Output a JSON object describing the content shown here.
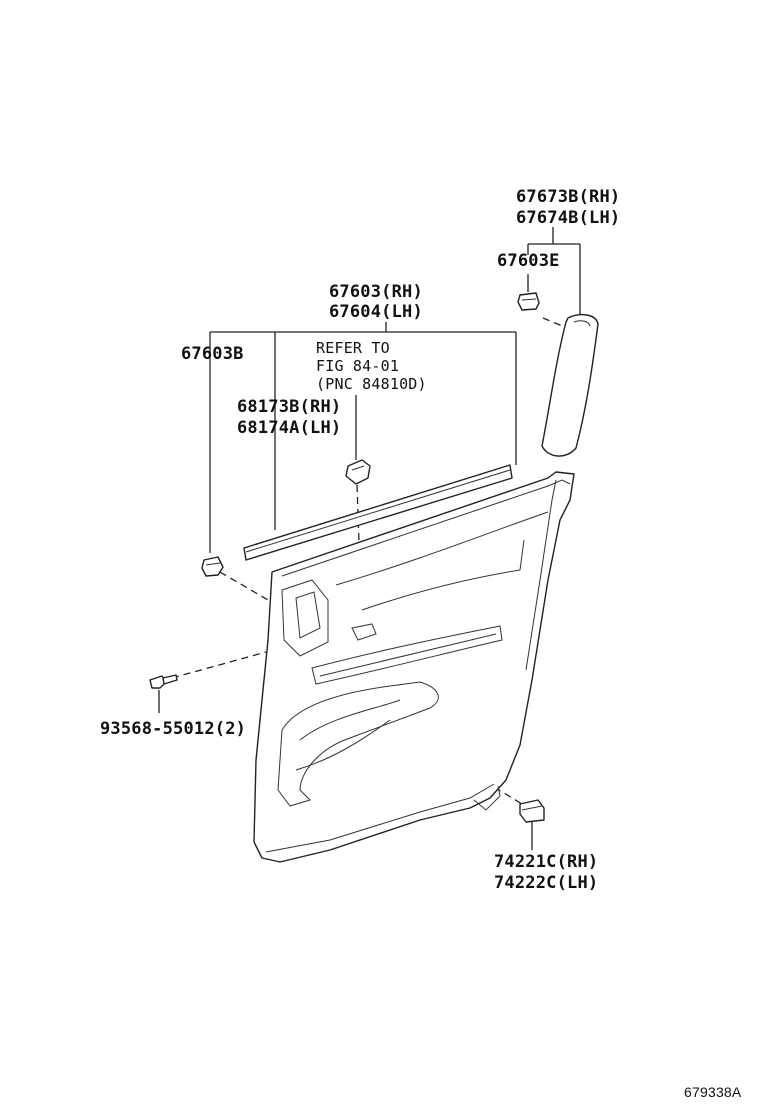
{
  "labels": {
    "p67673b": "67673B(RH)",
    "p67674b": "67674B(LH)",
    "p67603e": "67603E",
    "p67603": "67603(RH)",
    "p67604": "67604(LH)",
    "p67603b": "67603B",
    "refer_line1": "REFER TO",
    "refer_line2": "FIG 84-01",
    "refer_line3": "(PNC 84810D)",
    "p68173b": "68173B(RH)",
    "p68174a": "68174A(LH)",
    "p93568": "93568-55012(2)",
    "p74221c": "74221C(RH)",
    "p74222c": "74222C(LH)"
  },
  "diagram_id": "679338A"
}
